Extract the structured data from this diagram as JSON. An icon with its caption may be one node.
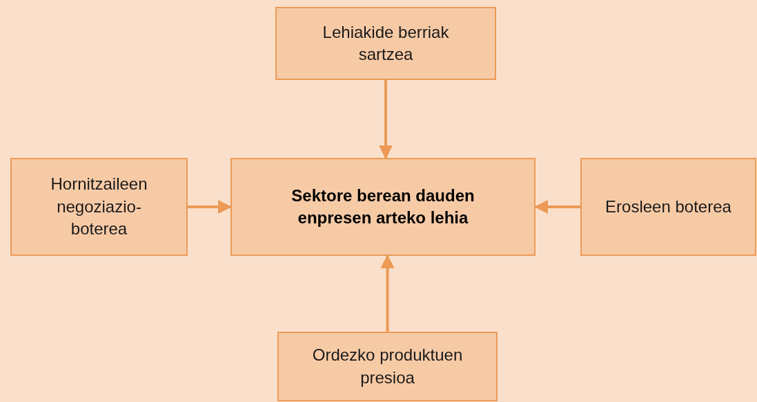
{
  "diagram": {
    "nodes": [
      {
        "text": [
          "Lehiakide berriak sartzea"
        ]
      },
      {
        "text": [
          "Hornitzaileen negoziazio-boterea"
        ]
      },
      {
        "text": [
          "Sektore berean dauden enpresen arteko lehia"
        ]
      },
      {
        "text": [
          "Erosleen boterea"
        ]
      },
      {
        "text": [
          "Ordezko produktuen presioa"
        ]
      }
    ],
    "edges": [
      {
        "from": 0,
        "to": 2,
        "arrow": "to"
      },
      {
        "from": 1,
        "to": 2,
        "arrow": "to"
      },
      {
        "from": 3,
        "to": 2,
        "arrow": "to"
      },
      {
        "from": 4,
        "to": 2,
        "arrow": "to"
      }
    ]
  }
}
